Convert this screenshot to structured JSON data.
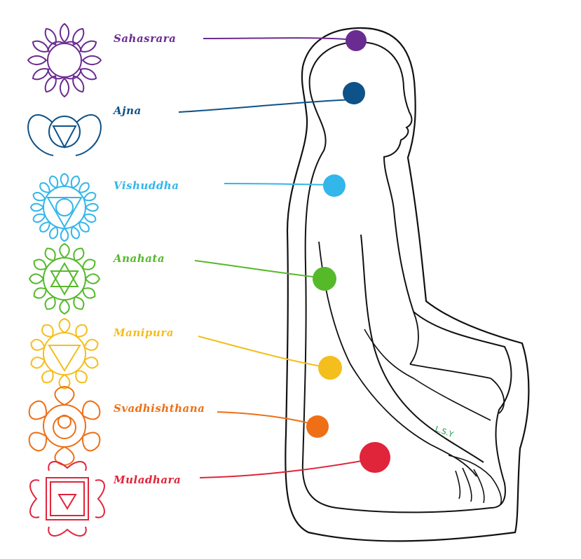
{
  "chakras": [
    {
      "id": "sahasrara",
      "label": "Sahasrara",
      "color": "#6a2c91"
    },
    {
      "id": "ajna",
      "label": "Ajna",
      "color": "#0d5288"
    },
    {
      "id": "vishuddha",
      "label": "Vishuddha",
      "color": "#33b6ea"
    },
    {
      "id": "anahata",
      "label": "Anahata",
      "color": "#55b92a"
    },
    {
      "id": "manipura",
      "label": "Manipura",
      "color": "#f4be1c"
    },
    {
      "id": "svadhishthana",
      "label": "Svadhishthana",
      "color": "#ee6f16"
    },
    {
      "id": "muladhara",
      "label": "Muladhara",
      "color": "#e0243a"
    }
  ],
  "signature": "L.S.Y",
  "outline_color": "#111111"
}
